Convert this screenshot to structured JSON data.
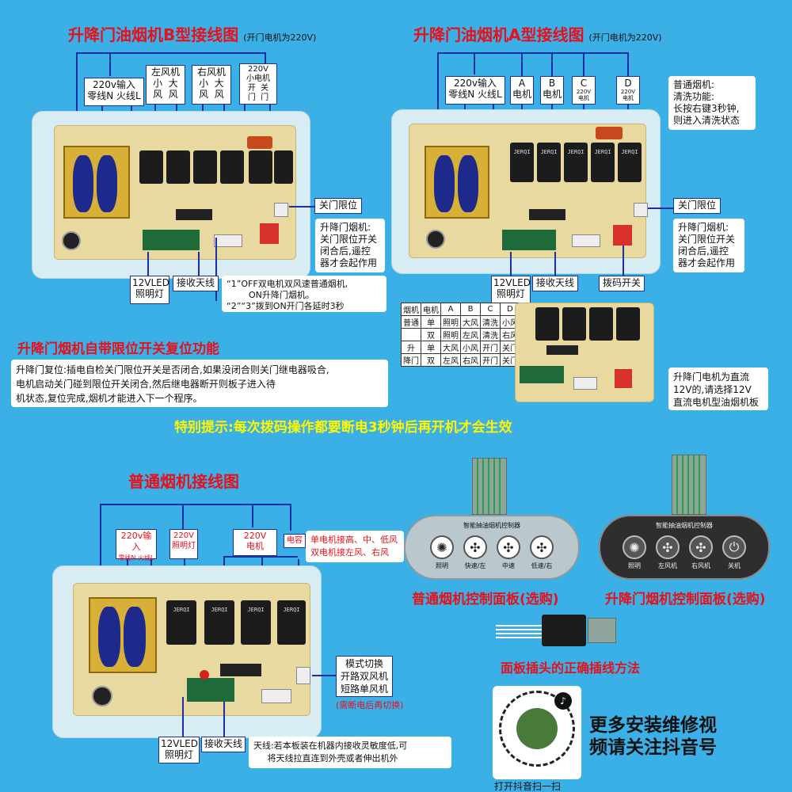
{
  "b_title": "升降门油烟机B型接线图",
  "b_title_sub": "(开门电机为220V)",
  "a_title": "升降门油烟机A型接线图",
  "a_title_sub": "(开门电机为220V)",
  "b_labels": {
    "input_l1": "220v输入",
    "input_l2": "零线N  火线L",
    "left_fan": "左风机\n小  大\n风  风",
    "right_fan": "右风机\n小  大\n风  风",
    "motor": "220V\n小电机\n开  关\n门  门",
    "led": "12VLED\n照明灯",
    "antenna": "接收天线",
    "door_limit": "关门限位"
  },
  "b_note_door": "升降门烟机:\n关门限位开关\n闭合后,遥控\n器才会起作用",
  "b_note_dip": "“1”OFF双电机双风速普通烟机,\n        ON升降门烟机。\n“2”“3”拨到ON开门各延时3秒",
  "a_labels": {
    "input_l1": "220v输入",
    "input_l2": "零线N  火线L",
    "a_motor": "A\n电机",
    "b_motor": "B\n电机",
    "c_motor_top": "C",
    "c_motor_sub": "220V\n电机",
    "d_motor_top": "D",
    "d_motor_sub": "220V\n电机",
    "led": "12VLED\n照明灯",
    "antenna": "接收天线",
    "dip": "拨码开关",
    "door_limit": "关门限位"
  },
  "a_note_clean": "普通烟机:\n清洗功能:\n长按右键3秒钟,\n则进入清洗状态",
  "a_note_door": "升降门烟机:\n关门限位开关\n闭合后,遥控\n器才会起作用",
  "a_note_12v": "升降门电机为直流\n12V的,请选择12V\n直流电机型油烟机板",
  "motor_table": {
    "header": [
      "烟机",
      "电机",
      "A",
      "B",
      "C",
      "D"
    ],
    "rows": [
      [
        "普通",
        "单",
        "照明",
        "大风",
        "清洗",
        "小风"
      ],
      [
        "",
        "双",
        "照明",
        "左风",
        "清洗",
        "右风"
      ],
      [
        "升",
        "单",
        "大风",
        "小风",
        "开门",
        "关门"
      ],
      [
        "降门",
        "双",
        "左风",
        "右风",
        "开门",
        "关门"
      ]
    ]
  },
  "reset_title": "升降门烟机自带限位开关复位功能",
  "reset_text": "升降门复位:插电自检关门限位开关是否闭合,如果没闭合则关门继电器吸合,\n电机启动关门碰到限位开关闭合,然后继电器断开则板子进入待\n机状态,复位完成,烟机才能进入下一个程序。",
  "tip": "特别提示:每次拨码操作都要断电3秒钟后再开机才会生效",
  "n_title": "普通烟机接线图",
  "n_labels": {
    "input_l1": "220v输入",
    "input_l2": "零线N  火线L",
    "lamp": "220V\n照明灯",
    "motor": "220V\n电机",
    "cap": "电容",
    "left_wind": "左风",
    "right_wind": "右风",
    "led": "12VLED\n照明灯",
    "antenna": "接收天线",
    "mode": "模式切换\n开路双风机\n短路单风机",
    "mode_warn": "(需断电后再切换)"
  },
  "n_note_motor": "单电机接高、中、低风\n双电机接左风、右风",
  "n_note_antenna": "天线:若本板装在机器内接收灵敏度低,可\n     将天线拉直连到外壳或者伸出机外",
  "panel_normal": {
    "brand": "智能抽油烟机控制器",
    "buttons": [
      "照明",
      "快速/左",
      "中速",
      "低速/右"
    ],
    "caption": "普通烟机控制面板(选购)"
  },
  "panel_lift": {
    "brand": "智能抽油烟机控制器",
    "buttons": [
      "照明",
      "左风机",
      "右风机",
      "关机"
    ],
    "caption": "升降门烟机控制面板(选购)"
  },
  "plug_caption": "面板插头的正确插线方法",
  "promo_text": "更多安装维修视\n频请关注抖音号",
  "qr_caption": "打开抖音扫一扫",
  "colors": {
    "bg": "#3ab0e6",
    "title_red": "#e8101a",
    "wire_blue": "#1a2fa0",
    "tip_yellow": "#fff600"
  }
}
